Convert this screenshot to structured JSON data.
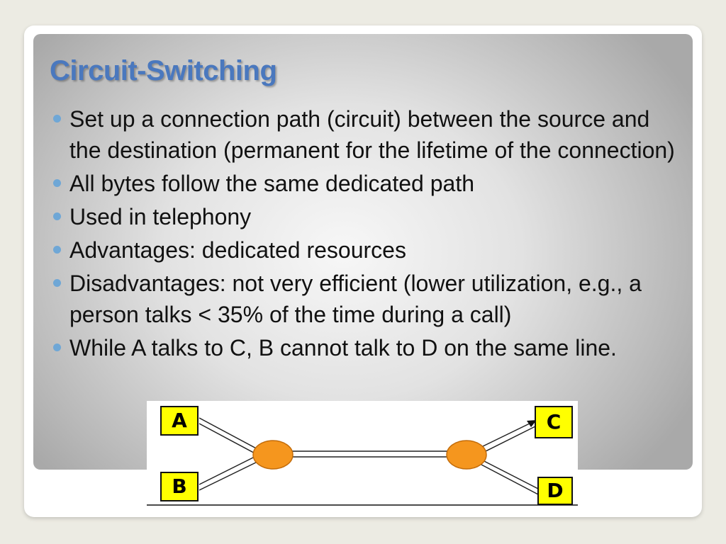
{
  "slide": {
    "title": "Circuit-Switching",
    "bullets": [
      "Set up a connection path (circuit) between the source and the destination (permanent for the lifetime of the connection)",
      "All bytes follow the same dedicated path",
      "Used in telephony",
      "Advantages: dedicated resources",
      "Disadvantages: not very efficient (lower utilization, e.g., a person talks < 35% of the time during a call)",
      "While A talks to C, B cannot talk to D on the same line."
    ]
  },
  "diagram": {
    "nodes": {
      "a": "A",
      "b": "B",
      "c": "C",
      "d": "D"
    },
    "colors": {
      "node_box": "#ffff00",
      "switch": "#f5961e"
    }
  },
  "colors": {
    "title": "#4a78be",
    "bullet_dot": "#6fa7d6",
    "background": "#ecebe3"
  }
}
